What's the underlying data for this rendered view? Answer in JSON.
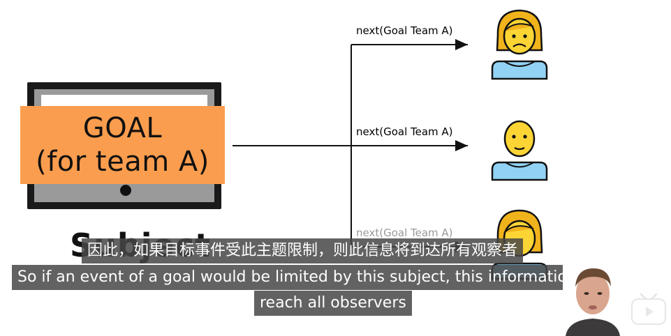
{
  "diagram": {
    "goal_line1": "GOAL",
    "goal_line2": "(for team A)",
    "subject_label": "Subject",
    "arrows": [
      {
        "label": "next(Goal Team A)",
        "observer": "sad"
      },
      {
        "label": "next(Goal Team A)",
        "observer": "neutral"
      },
      {
        "label": "next(Goal Team A)",
        "observer": "neutral-partial"
      }
    ]
  },
  "subtitles": {
    "chinese": "因此，如果目标事件受此主题限制，则此信息将到达所有观察者",
    "english_line1": "So if an event of a goal would be limited by this subject, this information will",
    "english_line2": "reach all observers"
  },
  "icons": {
    "observer": "person-icon",
    "logo": "bilibili-tv-logo-icon"
  },
  "colors": {
    "goal_box": "#fb9d4e",
    "face": "#fcd535",
    "shirt": "#92d3f5",
    "hair": "#f1b31c",
    "subtitle_bg": "#464646"
  }
}
